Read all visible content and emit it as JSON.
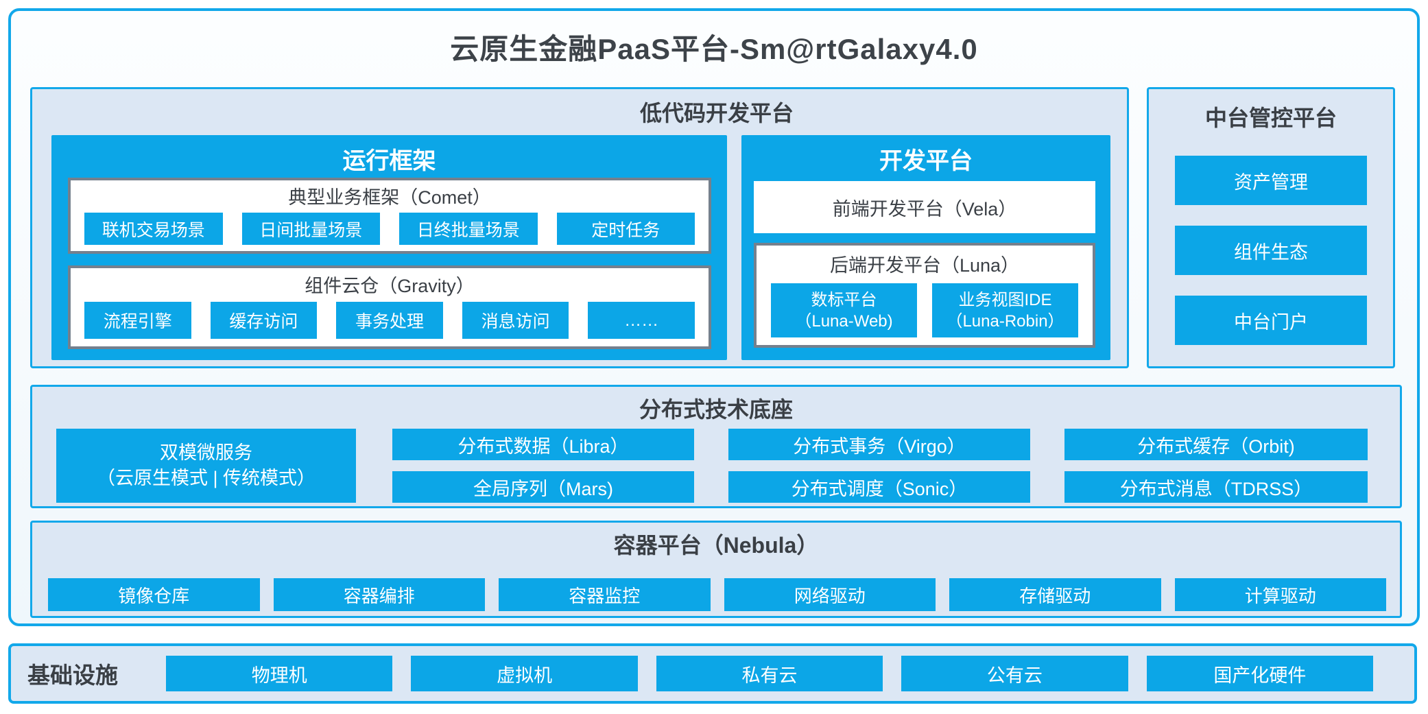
{
  "page_title": "云原生金融PaaS平台-Sm@rtGalaxy4.0",
  "colors": {
    "accent_blue": "#0ca6e7",
    "border_blue": "#12a8ea",
    "section_bg": "#dce7f4",
    "dark_text": "#3a3f45",
    "gray_border": "#75808d",
    "chip_text": "#ffffff"
  },
  "low_code": {
    "title": "低代码开发平台",
    "runtime_framework": {
      "title": "运行框架",
      "comet": {
        "title": "典型业务框架（Comet）",
        "chips": [
          "联机交易场景",
          "日间批量场景",
          "日终批量场景",
          "定时任务"
        ]
      },
      "gravity": {
        "title": "组件云仓（Gravity）",
        "chips": [
          "流程引擎",
          "缓存访问",
          "事务处理",
          "消息访问",
          "……"
        ]
      }
    },
    "dev_platform": {
      "title": "开发平台",
      "vela_label": "前端开发平台（Vela）",
      "luna": {
        "title": "后端开发平台（Luna）",
        "chips": [
          {
            "line1": "数标平台",
            "line2": "（Luna-Web)"
          },
          {
            "line1": "业务视图IDE",
            "line2": "（Luna-Robin）"
          }
        ]
      }
    }
  },
  "mid_platform": {
    "title": "中台管控平台",
    "chips": [
      "资产管理",
      "组件生态",
      "中台门户"
    ]
  },
  "distributed_base": {
    "title": "分布式技术底座",
    "dual_mode": {
      "line1": "双模微服务",
      "line2": "（云原生模式 | 传统模式）"
    },
    "col2": [
      "分布式数据（Libra）",
      "全局序列（Mars)"
    ],
    "col3": [
      "分布式事务（Virgo）",
      "分布式调度（Sonic）"
    ],
    "col4": [
      "分布式缓存（Orbit)",
      "分布式消息（TDRSS）"
    ]
  },
  "container_platform": {
    "title": "容器平台（Nebula）",
    "chips": [
      "镜像仓库",
      "容器编排",
      "容器监控",
      "网络驱动",
      "存储驱动",
      "计算驱动"
    ]
  },
  "infrastructure": {
    "title": "基础设施",
    "chips": [
      "物理机",
      "虚拟机",
      "私有云",
      "公有云",
      "国产化硬件"
    ]
  }
}
